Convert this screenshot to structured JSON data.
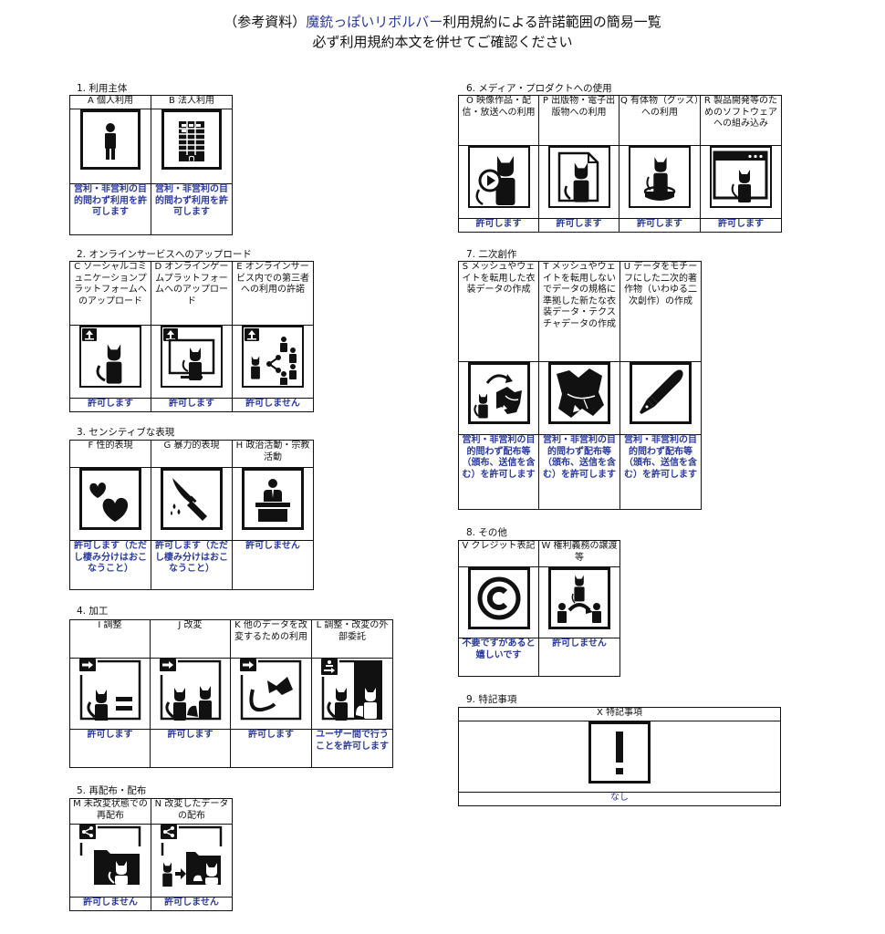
{
  "header": {
    "line1_prefix": "（参考資料）",
    "line1_highlight": "魔銃っぽいリボルバー",
    "line1_suffix": "利用規約による許諾範囲の簡易一覧",
    "line2": "必ず利用規約本文を併せてご確認ください"
  },
  "colors": {
    "accent_text": "#2b3a9e",
    "border": "#111111"
  },
  "sections": {
    "s1": {
      "label": "1. 利用主体",
      "items": [
        {
          "head": "A 個人利用",
          "icon": "person-icon",
          "result": "営利・非営利の目的問わず利用を許可します"
        },
        {
          "head": "B 法人利用",
          "icon": "building-icon",
          "result": "営利・非営利の目的問わず利用を許可します"
        }
      ]
    },
    "s2": {
      "label": "2. オンラインサービスへのアップロード",
      "items": [
        {
          "head": "C ソーシャルコミュニケーションプラットフォームへのアップロード",
          "icon": "upload-avatar-icon",
          "result": "許可します"
        },
        {
          "head": "D オンラインゲームプラットフォームへのアップロード",
          "icon": "upload-monitor-icon",
          "result": "許可します"
        },
        {
          "head": "E オンラインサービス内での第三者への利用の許諾",
          "icon": "upload-share-icon",
          "result": "許可しません"
        }
      ]
    },
    "s3": {
      "label": "3. センシティブな表現",
      "items": [
        {
          "head": "F 性的表現",
          "icon": "hearts-icon",
          "result": "許可します（ただし棲み分けはおこなうこと）"
        },
        {
          "head": "G 暴力的表現",
          "icon": "knife-icon",
          "result": "許可します（ただし棲み分けはおこなうこと）"
        },
        {
          "head": "H 政治活動・宗教活動",
          "icon": "podium-icon",
          "result": "許可しません"
        }
      ]
    },
    "s4": {
      "label": "4. 加工",
      "items": [
        {
          "head": "I 調整",
          "icon": "adjust-icon",
          "result": "許可します"
        },
        {
          "head": "J 改変",
          "icon": "modify-icon",
          "result": "許可します"
        },
        {
          "head": "K 他のデータを改変するための利用",
          "icon": "parts-icon",
          "result": "許可します"
        },
        {
          "head": "L 調整・改変の外部委託",
          "icon": "outsource-icon",
          "result": "ユーザー間で行うことを許可します"
        }
      ]
    },
    "s5": {
      "label": "5. 再配布・配布",
      "items": [
        {
          "head": "M 未改変状態での再配布",
          "icon": "redistribute-icon",
          "result": "許可しません"
        },
        {
          "head": "N 改変したデータの配布",
          "icon": "distribute-modified-icon",
          "result": "許可しません"
        }
      ]
    },
    "s6": {
      "label": "6. メディア・プロダクトへの使用",
      "items": [
        {
          "head": "O 映像作品・配信・放送への利用",
          "icon": "video-icon",
          "result": "許可します"
        },
        {
          "head": "P 出版物・電子出版物への利用",
          "icon": "publication-icon",
          "result": "許可します"
        },
        {
          "head": "Q 有体物（グッズ）への利用",
          "icon": "figure-icon",
          "result": "許可します"
        },
        {
          "head": "R 製品開発等のためのソフトウェアへの組み込み",
          "icon": "software-icon",
          "result": "許可します"
        }
      ]
    },
    "s7": {
      "label": "7. 二次創作",
      "items": [
        {
          "head": "S メッシュやウェイトを転用した衣装データの作成",
          "icon": "mesh-transfer-icon",
          "result": "営利・非営利の目的問わず配布等（頒布、送信を含む）を許可します"
        },
        {
          "head": "T メッシュやウェイトを転用しないでデータの規格に準拠した新たな衣装データ・テクスチャデータの作成",
          "icon": "outfit-icon",
          "result": "営利・非営利の目的問わず配布等（頒布、送信を含む）を許可します"
        },
        {
          "head": "U データをモチーフにした二次的著作物（いわゆる二次創作）の作成",
          "icon": "pen-icon",
          "result": "営利・非営利の目的問わず配布等（頒布、送信を含む）を許可します"
        }
      ]
    },
    "s8": {
      "label": "8. その他",
      "items": [
        {
          "head": "V クレジット表記",
          "icon": "copyright-icon",
          "result": "不要ですがあると嬉しいです"
        },
        {
          "head": "W 権利義務の譲渡等",
          "icon": "transfer-rights-icon",
          "result": "許可しません"
        }
      ]
    },
    "s9": {
      "label": "9. 特記事項",
      "items": [
        {
          "head": "X 特記事項",
          "icon": "exclamation-icon",
          "result": "なし"
        }
      ]
    }
  }
}
